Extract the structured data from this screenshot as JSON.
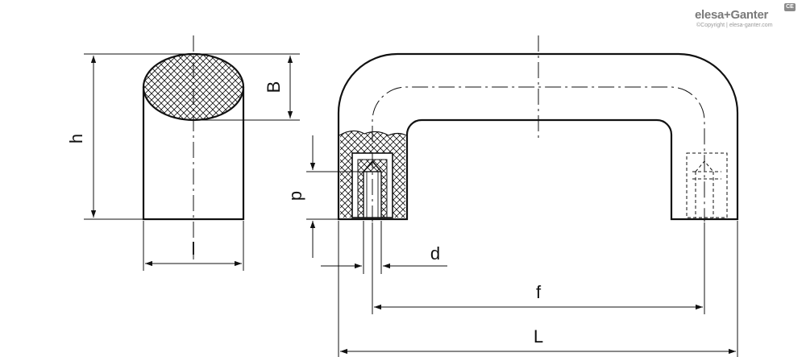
{
  "logo": {
    "brand_part1": "elesa",
    "brand_plus": "+",
    "brand_part2": "Ganter",
    "badge": "CE",
    "copyright": "©Copyright | elesa-ganter.com"
  },
  "dimensions": {
    "h": "h",
    "B": "B",
    "l": "l",
    "p": "p",
    "d": "d",
    "f": "f",
    "L": "L"
  }
}
